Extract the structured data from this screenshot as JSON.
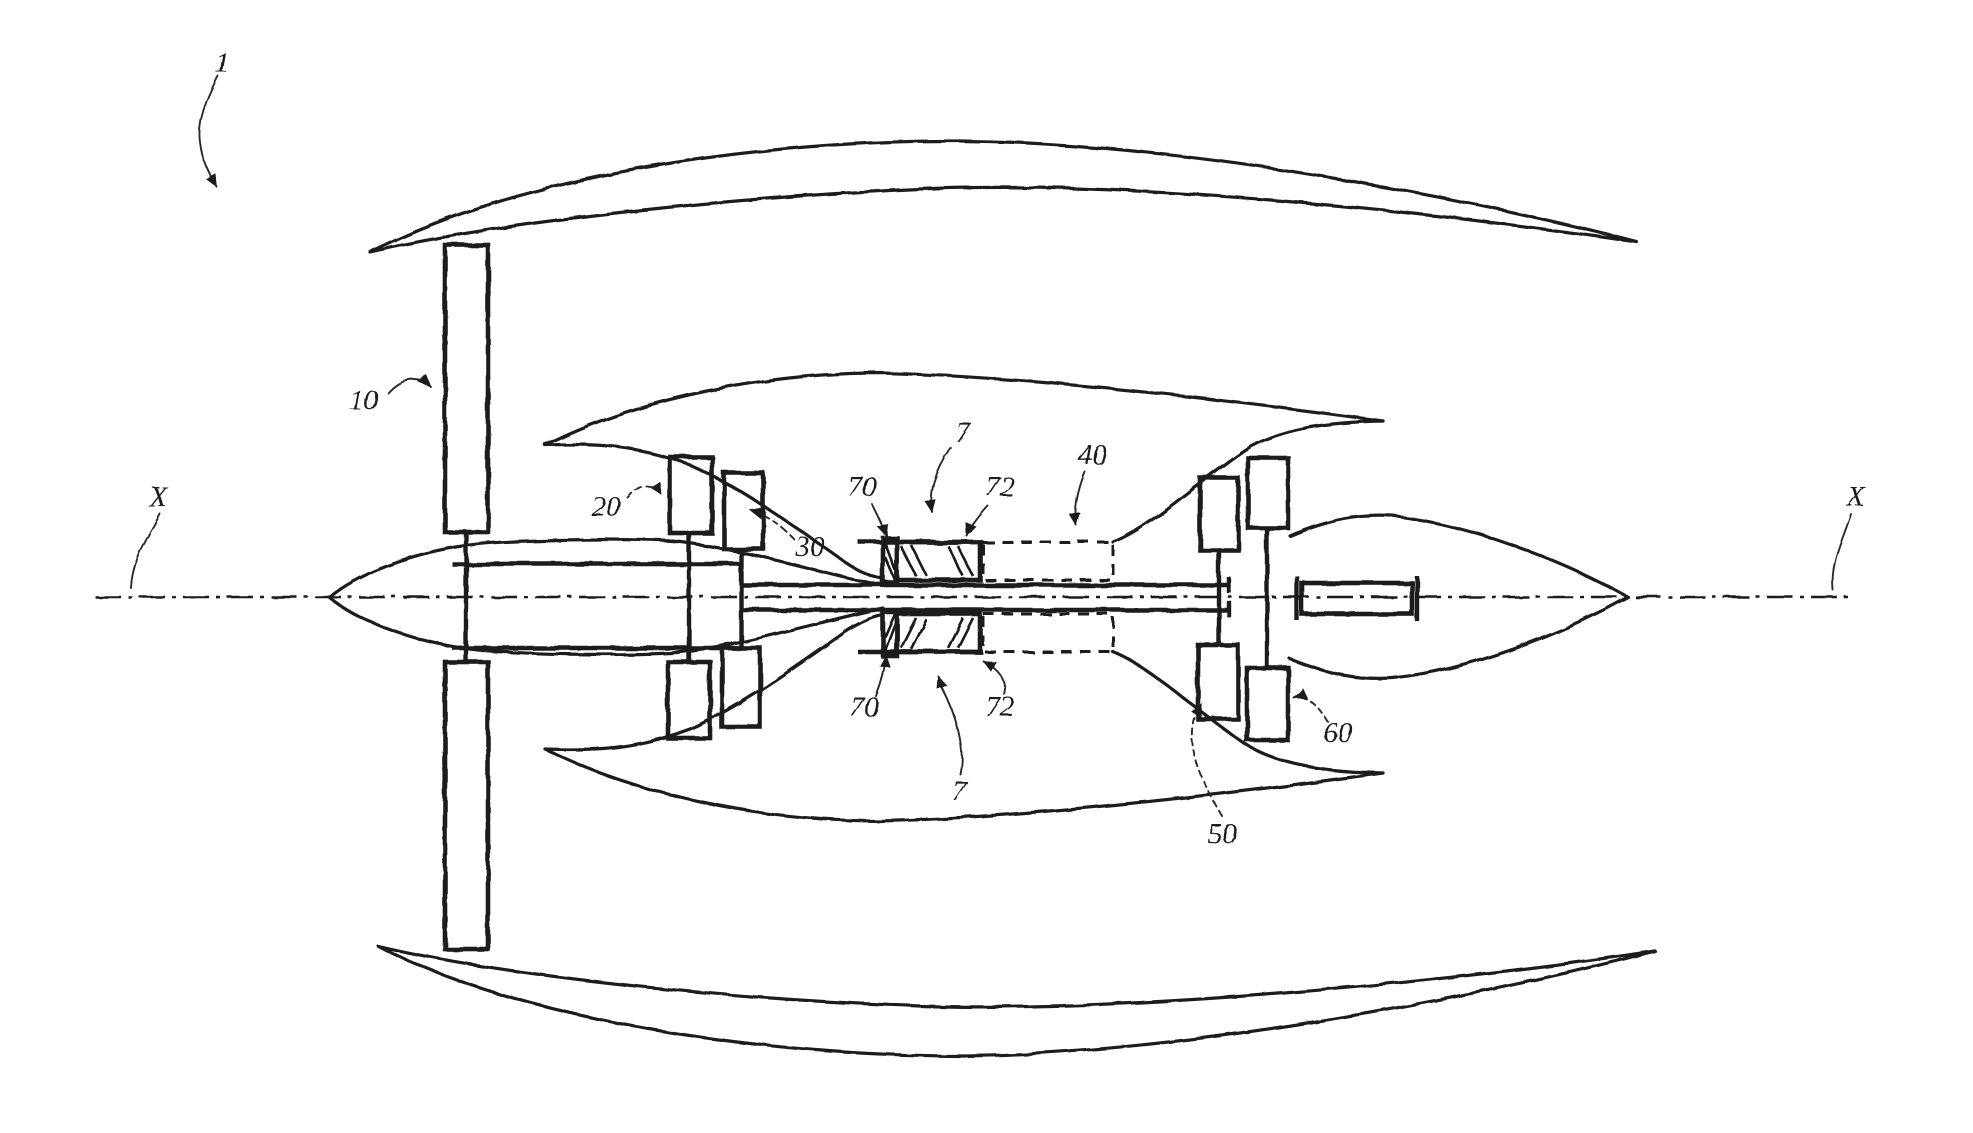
{
  "figure": {
    "kind": "patent-style engine schematic (longitudinal half-section of a ducted counter-rotating turbomachine)",
    "ink_color": "#1c1c1c",
    "background_color": "#ffffff"
  },
  "labels": {
    "l1": "1",
    "x_left": "X",
    "x_right": "X",
    "l10": "10",
    "l20": "20",
    "l30": "30",
    "l40": "40",
    "l50": "50",
    "l60": "60",
    "l70_top": "70",
    "l70_bottom": "70",
    "l72_top": "72",
    "l72_bottom": "72",
    "l7_top": "7",
    "l7_bottom": "7"
  }
}
